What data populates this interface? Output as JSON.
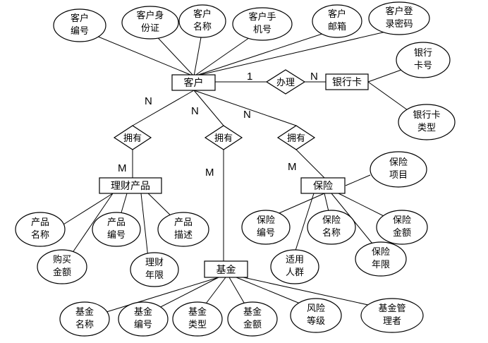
{
  "entities": {
    "customer": "客户",
    "bank_card": "银行卡",
    "wealth_product": "理财产品",
    "insurance": "保险",
    "fund": "基金"
  },
  "relationships": {
    "handles": "办理",
    "owns_wealth": "拥有",
    "owns_fund": "拥有",
    "owns_insurance": "拥有"
  },
  "attributes": {
    "customer": [
      [
        "客户",
        "编号"
      ],
      [
        "客户身",
        "份证"
      ],
      [
        "客户",
        "名称"
      ],
      [
        "客户手",
        "机号"
      ],
      [
        "客户",
        "邮箱"
      ],
      [
        "客户登",
        "录密码"
      ]
    ],
    "bank_card": [
      [
        "银行",
        "卡号"
      ],
      [
        "银行卡",
        "类型"
      ]
    ],
    "wealth_product": [
      [
        "产品",
        "名称"
      ],
      [
        "购买",
        "金额"
      ],
      [
        "产品",
        "编号"
      ],
      [
        "理财",
        "年限"
      ],
      [
        "产品",
        "描述"
      ]
    ],
    "insurance": [
      [
        "保险",
        "项目"
      ],
      [
        "保险",
        "编号"
      ],
      [
        "适用",
        "人群"
      ],
      [
        "保险",
        "名称"
      ],
      [
        "保险",
        "年限"
      ],
      [
        "保险",
        "金额"
      ]
    ],
    "fund": [
      [
        "基金",
        "名称"
      ],
      [
        "基金",
        "编号"
      ],
      [
        "基金",
        "类型"
      ],
      [
        "基金",
        "金额"
      ],
      [
        "风险",
        "等级"
      ],
      [
        "基金管",
        "理者"
      ]
    ]
  },
  "cardinalities": {
    "handles_customer": "1",
    "handles_card": "N",
    "wealth_customer": "N",
    "wealth_product": "M",
    "fund_customer": "N",
    "fund_fund": "M",
    "insurance_customer": "N",
    "insurance_insurance": "M"
  }
}
